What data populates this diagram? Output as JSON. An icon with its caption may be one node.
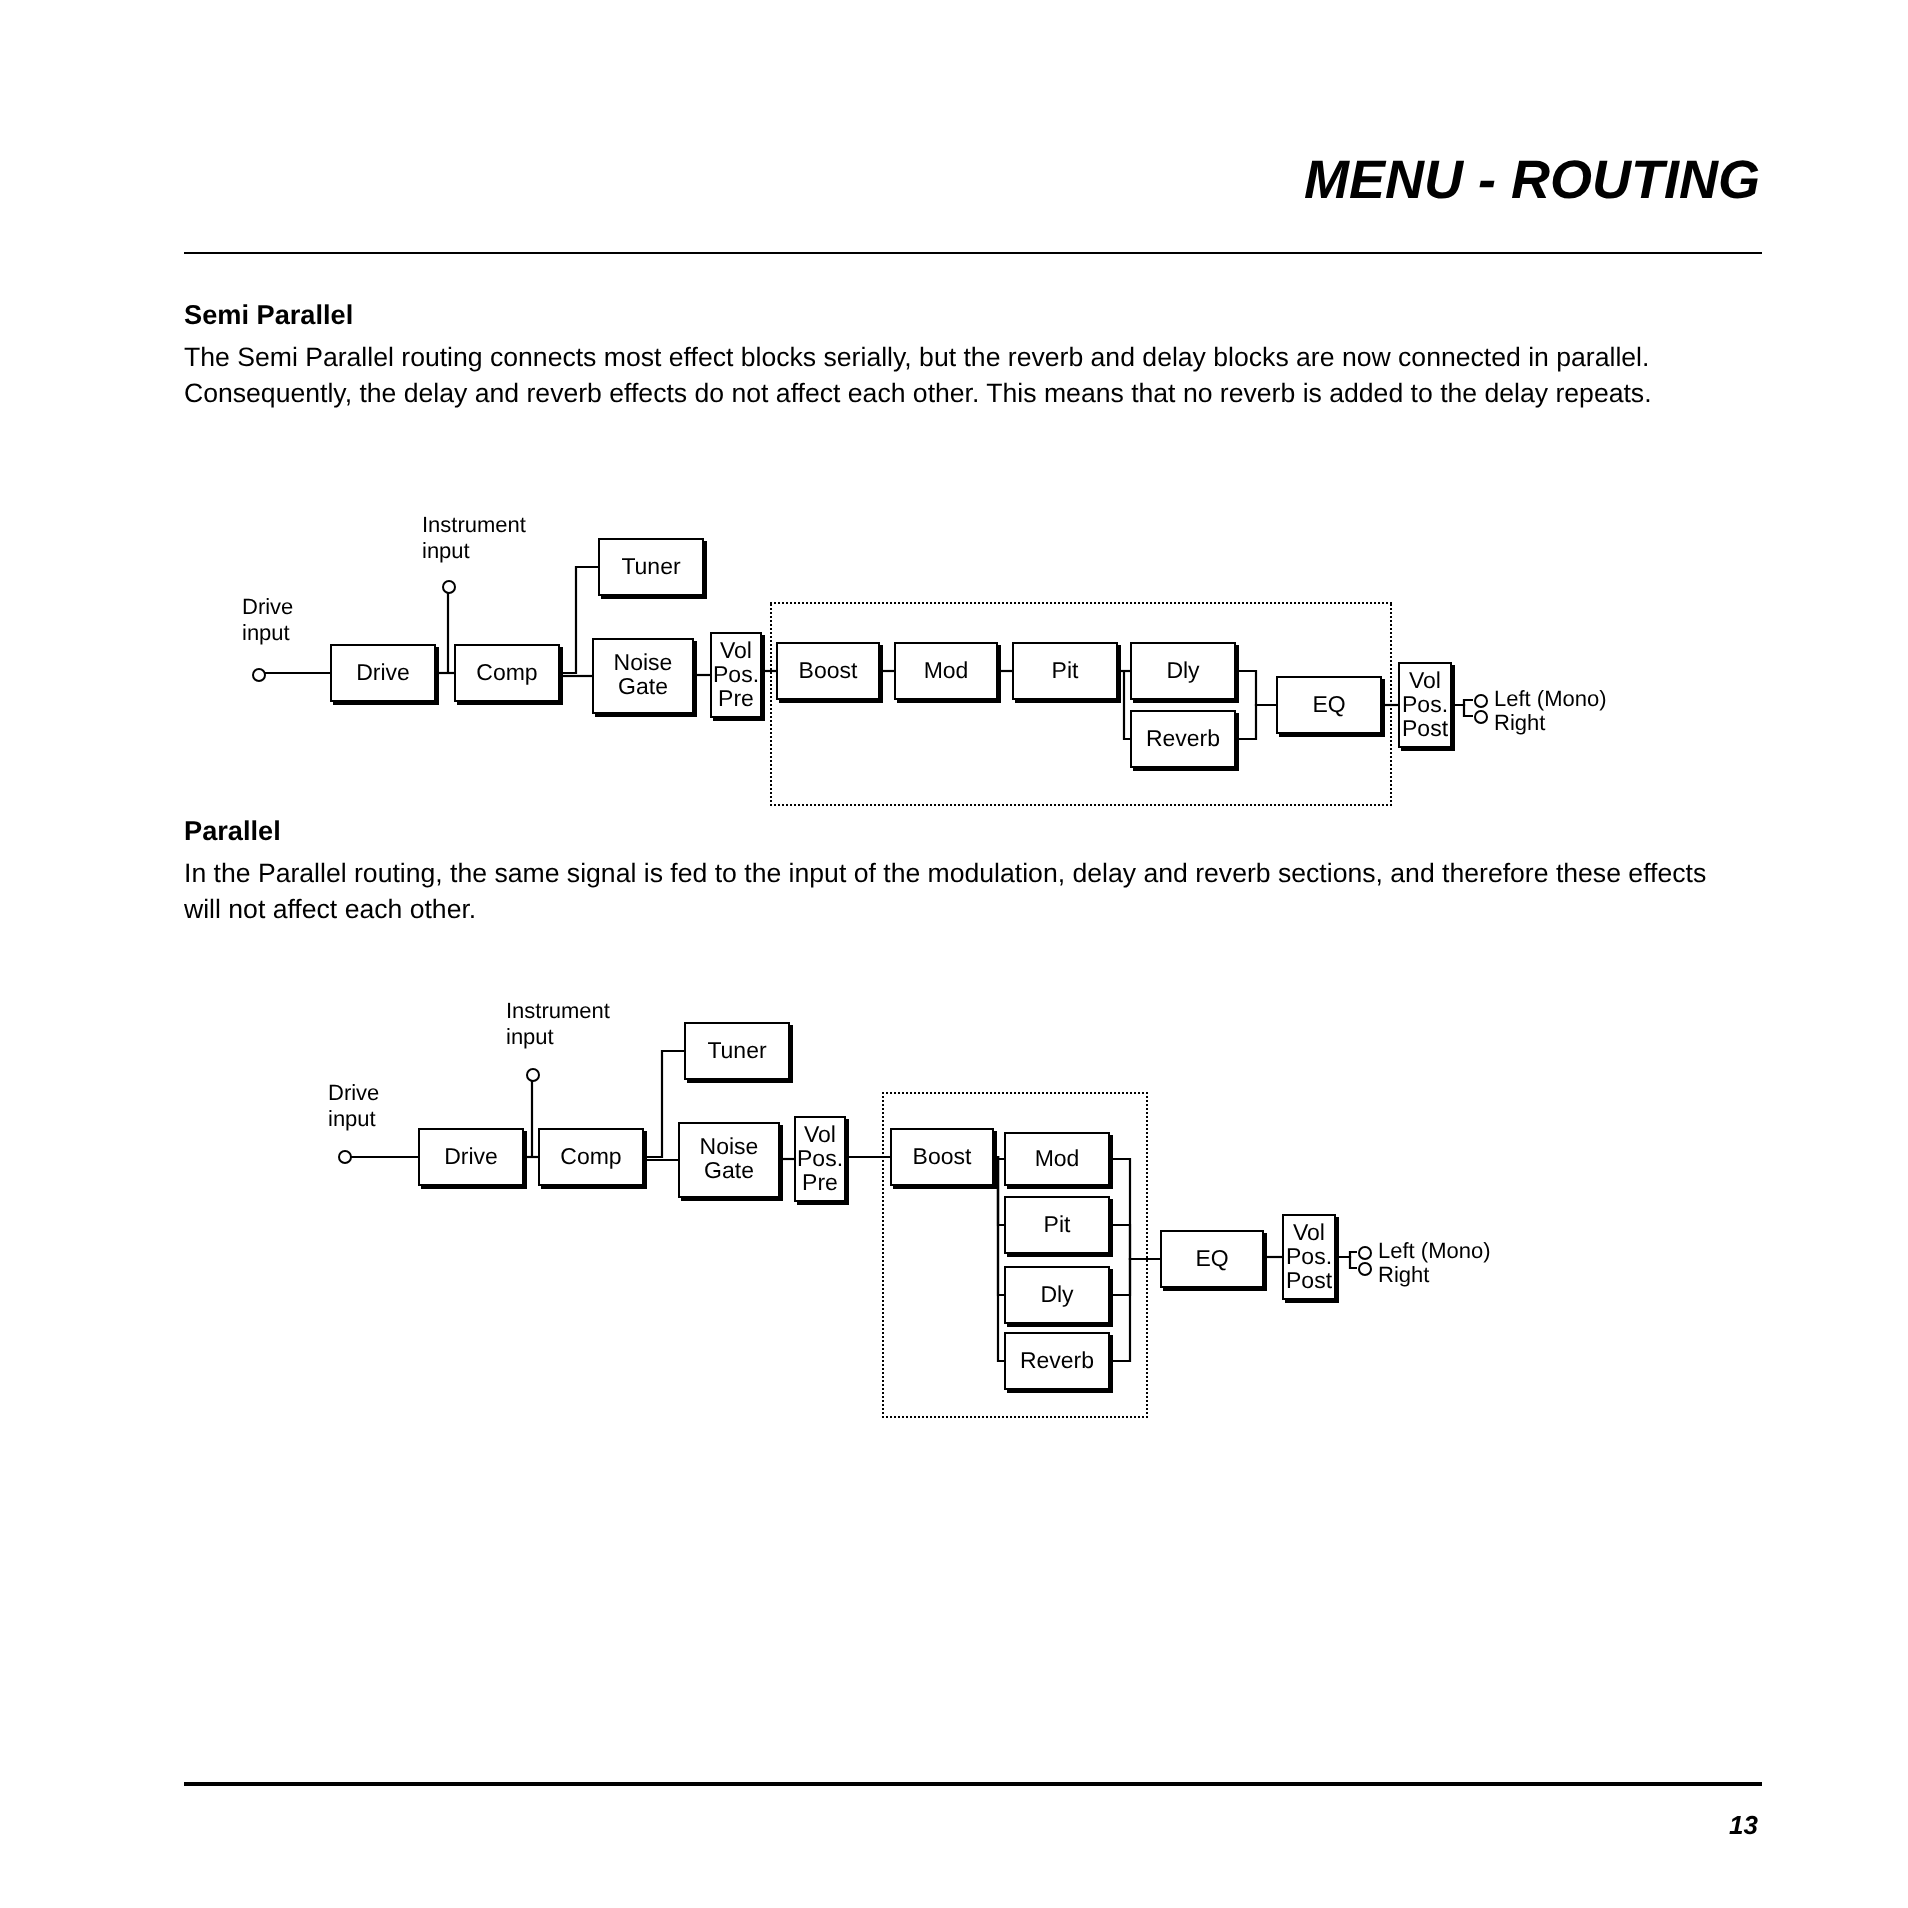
{
  "diagram": {
    "title": "MENU - ROUTING",
    "nodes": [
      {
        "text": [],
        "shape": "circle",
        "beside": [
          "Drive input"
        ]
      },
      {
        "text": [
          "Drive"
        ]
      },
      {
        "text": [],
        "shape": "circle",
        "beside": [
          "Instrument input"
        ]
      },
      {
        "text": [
          "Comp"
        ]
      },
      {
        "text": [
          "Tuner"
        ]
      },
      {
        "text": [
          "Noise Gate"
        ]
      },
      {
        "text": [
          "Vol Pos. Pre"
        ]
      },
      {
        "text": [],
        "shape": "box"
      },
      {
        "text": [
          "Boost"
        ],
        "in": 7
      },
      {
        "text": [
          "Mod"
        ],
        "in": 7
      },
      {
        "text": [
          "Pit"
        ],
        "in": 7
      },
      {
        "text": [
          "Dly"
        ],
        "in": 7
      },
      {
        "text": [
          "Reverb"
        ],
        "in": 7
      },
      {
        "text": [
          "EQ"
        ],
        "in": 7
      },
      {
        "text": [
          "Vol Pos. Post"
        ]
      },
      {
        "text": [],
        "shape": "circle",
        "beside": [
          "Left (Mono)"
        ]
      },
      {
        "text": [],
        "shape": "circle",
        "beside": [
          "Right"
        ]
      },
      {
        "text": [],
        "shape": "circle",
        "beside": [
          "Drive input"
        ]
      },
      {
        "text": [
          "Drive"
        ]
      },
      {
        "text": [],
        "shape": "circle",
        "beside": [
          "Instrument input"
        ]
      },
      {
        "text": [
          "Comp"
        ]
      },
      {
        "text": [
          "Tuner"
        ]
      },
      {
        "text": [
          "Noise Gate"
        ]
      },
      {
        "text": [
          "Vol Pos. Pre"
        ]
      },
      {
        "text": [],
        "shape": "box"
      },
      {
        "text": [
          "Boost"
        ],
        "in": 24
      },
      {
        "text": [
          "Mod"
        ],
        "in": 24
      },
      {
        "text": [
          "Pit"
        ],
        "in": 24
      },
      {
        "text": [
          "Dly"
        ],
        "in": 24
      },
      {
        "text": [
          "Reverb"
        ],
        "in": 24
      },
      {
        "text": [
          "EQ"
        ]
      },
      {
        "text": [
          "Vol Pos. Post"
        ]
      },
      {
        "text": [],
        "shape": "circle",
        "beside": [
          "Left (Mono)"
        ]
      },
      {
        "text": [],
        "shape": "circle",
        "beside": [
          "Right"
        ]
      }
    ],
    "edges": [
      {
        "from": 0,
        "to": 1,
        "arrow": "none"
      },
      {
        "from": 1,
        "to": 3,
        "arrow": "none"
      },
      {
        "from": 2,
        "to": 3,
        "arrow": "none"
      },
      {
        "from": 3,
        "to": 4,
        "arrow": "none"
      },
      {
        "from": 3,
        "to": 5,
        "arrow": "none"
      },
      {
        "from": 5,
        "to": 6,
        "arrow": "none"
      },
      {
        "from": 6,
        "to": 8,
        "arrow": "none"
      },
      {
        "from": 8,
        "to": 9,
        "arrow": "none"
      },
      {
        "from": 9,
        "to": 10,
        "arrow": "none"
      },
      {
        "from": 10,
        "to": 11,
        "arrow": "none"
      },
      {
        "from": 10,
        "to": 12,
        "arrow": "none"
      },
      {
        "from": 11,
        "to": 13,
        "arrow": "none"
      },
      {
        "from": 12,
        "to": 13,
        "arrow": "none"
      },
      {
        "from": 13,
        "to": 14,
        "arrow": "none"
      },
      {
        "from": 14,
        "to": 15,
        "arrow": "none"
      },
      {
        "from": 14,
        "to": 16,
        "arrow": "none"
      },
      {
        "from": 17,
        "to": 18,
        "arrow": "none"
      },
      {
        "from": 18,
        "to": 20,
        "arrow": "none"
      },
      {
        "from": 19,
        "to": 20,
        "arrow": "none"
      },
      {
        "from": 20,
        "to": 21,
        "arrow": "none"
      },
      {
        "from": 20,
        "to": 22,
        "arrow": "none"
      },
      {
        "from": 22,
        "to": 23,
        "arrow": "none"
      },
      {
        "from": 23,
        "to": 25,
        "arrow": "none"
      },
      {
        "from": 25,
        "to": 26,
        "arrow": "none"
      },
      {
        "from": 25,
        "to": 27,
        "arrow": "none"
      },
      {
        "from": 25,
        "to": 28,
        "arrow": "none"
      },
      {
        "from": 25,
        "to": 29,
        "arrow": "none"
      },
      {
        "from": 26,
        "to": 30,
        "arrow": "none"
      },
      {
        "from": 27,
        "to": 30,
        "arrow": "none"
      },
      {
        "from": 28,
        "to": 30,
        "arrow": "none"
      },
      {
        "from": 29,
        "to": 30,
        "arrow": "none"
      },
      {
        "from": 30,
        "to": 31,
        "arrow": "none"
      },
      {
        "from": 31,
        "to": 32,
        "arrow": "none"
      },
      {
        "from": 31,
        "to": 33,
        "arrow": "none"
      }
    ],
    "labels": [
      "Semi Parallel",
      "The Semi Parallel routing connects most effect blocks serially, but the reverb and delay blocks are now connected in parallel. Consequently, the delay and reverb effects do not affect each other. This means that no reverb is added to the delay repeats.",
      "Parallel",
      "In the Parallel routing, the same signal is fed to the input of the modulation, delay and reverb sections, and therefore these effects will not affect each other.",
      "13"
    ]
  }
}
